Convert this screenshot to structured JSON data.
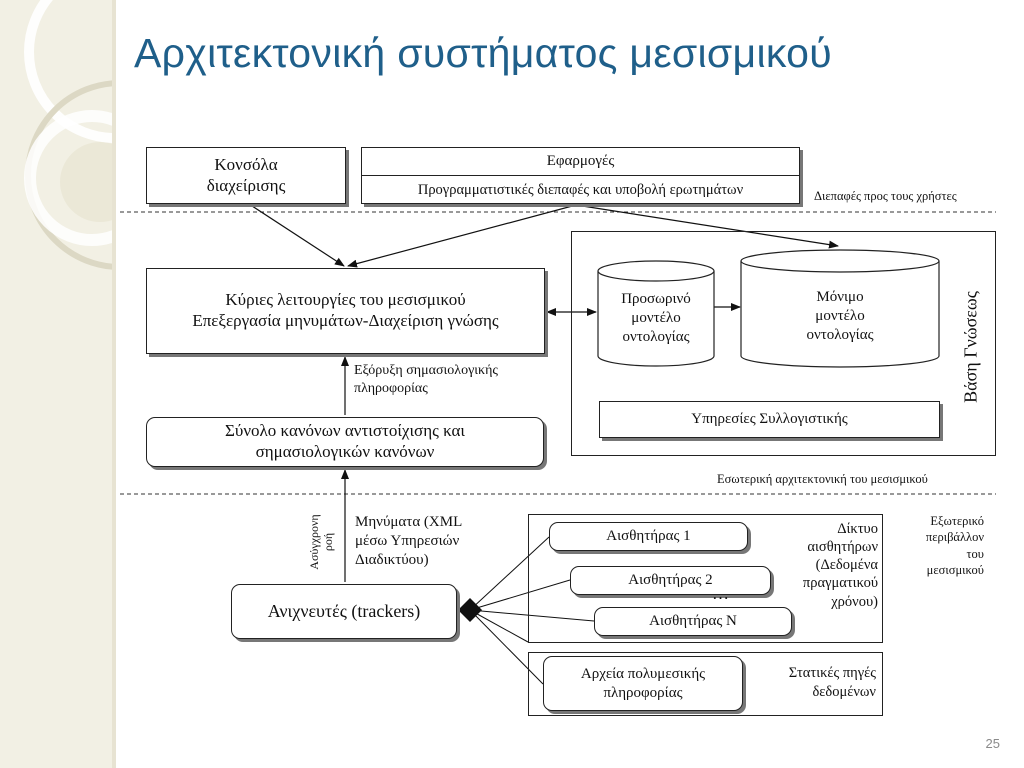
{
  "slide": {
    "title": "Αρχιτεκτονική συστήματος μεσισμικού",
    "page_number": "25"
  },
  "diagram": {
    "console": {
      "line1": "Κονσόλα",
      "line2": "διαχείρισης"
    },
    "apps": {
      "header": "Εφαρμογές",
      "sub": "Προγραμματιστικές διεπαφές και υποβολή ερωτημάτων"
    },
    "user_interfaces_label": "Διεπαφές προς τους χρήστες",
    "core": {
      "line1": "Κύριες λειτουργίες του μεσισμικού",
      "line2": "Επεξεργασία μηνυμάτων-Διαχείριση γνώσης"
    },
    "knowledge_base": {
      "label": "Βάση Γνώσεως",
      "temp_model": {
        "line1": "Προσωρινό",
        "line2": "μοντέλο",
        "line3": "οντολογίας"
      },
      "perm_model": {
        "line1": "Μόνιμο",
        "line2": "μοντέλο",
        "line3": "οντολογίας"
      },
      "reasoning": "Υπηρεσίες Συλλογιστικής"
    },
    "extraction_label": {
      "line1": "Εξόρυξη σημασιολογικής",
      "line2": "πληροφορίας"
    },
    "rules": {
      "line1": "Σύνολο κανόνων αντιστοίχισης και",
      "line2": "σημασιολογικών κανόνων"
    },
    "internal_label": "Εσωτερική αρχιτεκτονική του μεσισμικού",
    "async_label": {
      "line1": "Ασύγχρονη",
      "line2": "ροή"
    },
    "messages_label": {
      "line1": "Μηνύματα (XML",
      "line2": "μέσω Υπηρεσιών",
      "line3": "Διαδικτύου)"
    },
    "trackers": "Ανιχνευτές (trackers)",
    "sensors": [
      "Αισθητήρας 1",
      "Αισθητήρας 2",
      "Αισθητήρας Ν"
    ],
    "ellipsis": "…",
    "sensor_network": {
      "line1": "Δίκτυο",
      "line2": "αισθητήρων",
      "line3": "(Δεδομένα",
      "line4": "πραγματικού",
      "line5": "χρόνου)"
    },
    "external_label": {
      "line1": "Εξωτερικό",
      "line2": "περιβάλλον",
      "line3": "του",
      "line4": "μεσισμικού"
    },
    "media_files": {
      "line1": "Αρχεία πολυμεσικής",
      "line2": "πληροφορίας"
    },
    "static_sources": {
      "line1": "Στατικές πηγές",
      "line2": "δεδομένων"
    }
  }
}
